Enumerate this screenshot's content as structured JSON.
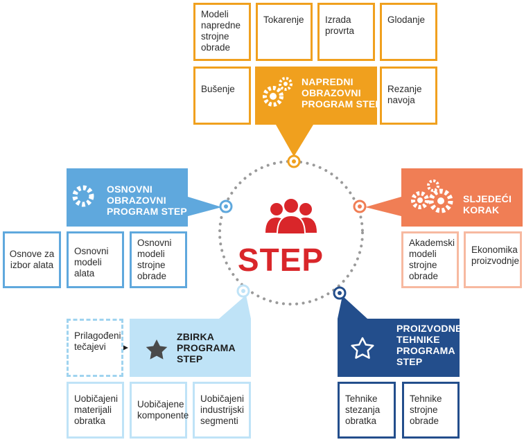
{
  "center": {
    "label": "STEP",
    "icon": "people-group-icon"
  },
  "colors": {
    "orange": "#f0a01e",
    "blue": "#5fa8dd",
    "salmon": "#f07e55",
    "light_blue": "#bfe3f7",
    "navy": "#234e8c",
    "red": "#d9262a"
  },
  "programs": {
    "advanced": {
      "title": "NAPREDNI\nOBRAZOVNI\nPROGRAM STEP",
      "icon": "gears-icon",
      "items": [
        "Modeli\nnapredne\nstrojne\nobrade",
        "Tokarenje",
        "Izrada\nprovrta",
        "Glodanje",
        "Bušenje",
        "Rezanje\nnavoja"
      ]
    },
    "basic": {
      "title": "OSNOVNI\nOBRAZOVNI\nPROGRAM STEP",
      "icon": "gear-icon",
      "items": [
        "Osnove za\nizbor alata",
        "Osnovni\nmodeli\nalata",
        "Osnovni\nmodeli\nstrojne\nobrade"
      ]
    },
    "next_step": {
      "title": "SLJEDEĆI\nKORAK",
      "icon": "gears-icon",
      "items": [
        "Akademski\nmodeli\nstrojne\nobrade",
        "Ekonomika\nproizvodnje"
      ]
    },
    "collection": {
      "title": "ZBIRKA\nPROGRAMA\nSTEP",
      "icon": "star-icon",
      "custom": "Prilagođeni\ntečajevi",
      "items": [
        "Uobičajeni\nmaterijali\nobratka",
        "Uobičajene\nkomponente",
        "Uobičajeni\nindustrijski\nsegmenti"
      ]
    },
    "production": {
      "title": "PROIZVODNE\nTEHNIKE\nPROGRAMA\nSTEP",
      "icon": "star-icon",
      "items": [
        "Tehnike\nstezanja\nobratka",
        "Tehnike\nstrojne\nobrade"
      ]
    }
  }
}
